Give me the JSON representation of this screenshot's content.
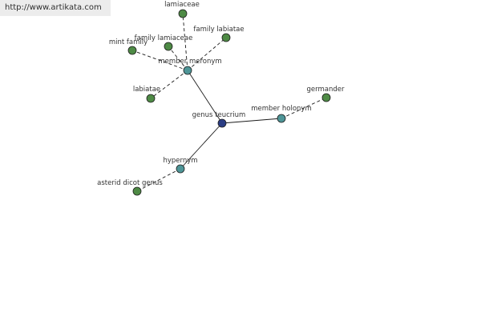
{
  "banner": {
    "url_text": "http://www.artikata.com"
  },
  "colors": {
    "center_node": "#2b3d84",
    "relation_node": "#4e9597",
    "leaf_node": "#4e8a45",
    "node_stroke": "#1e1e1e",
    "edge": "#1a1a1a"
  },
  "graph": {
    "nodes": [
      {
        "id": "genus-teucrium",
        "label": "genus teucrium",
        "kind": "center"
      },
      {
        "id": "member-meronym",
        "label": "member meronym",
        "kind": "relation"
      },
      {
        "id": "member-holonym",
        "label": "member holonym",
        "kind": "relation"
      },
      {
        "id": "hypernym",
        "label": "hypernym",
        "kind": "relation"
      },
      {
        "id": "lamiaceae",
        "label": "lamiaceae",
        "kind": "leaf"
      },
      {
        "id": "family-labiatae",
        "label": "family labiatae",
        "kind": "leaf"
      },
      {
        "id": "family-lamiaceae",
        "label": "family lamiaceae",
        "kind": "leaf"
      },
      {
        "id": "mint-family",
        "label": "mint family",
        "kind": "leaf"
      },
      {
        "id": "labiatae",
        "label": "labiatae",
        "kind": "leaf"
      },
      {
        "id": "germander",
        "label": "germander",
        "kind": "leaf"
      },
      {
        "id": "asterid-dicot-genus",
        "label": "asterid dicot genus",
        "kind": "leaf"
      }
    ],
    "edges": [
      {
        "from": "genus-teucrium",
        "to": "member-meronym",
        "style": "solid"
      },
      {
        "from": "genus-teucrium",
        "to": "member-holonym",
        "style": "solid"
      },
      {
        "from": "genus-teucrium",
        "to": "hypernym",
        "style": "solid"
      },
      {
        "from": "member-meronym",
        "to": "lamiaceae",
        "style": "dashed"
      },
      {
        "from": "member-meronym",
        "to": "family-labiatae",
        "style": "dashed"
      },
      {
        "from": "member-meronym",
        "to": "family-lamiaceae",
        "style": "dashed"
      },
      {
        "from": "member-meronym",
        "to": "mint-family",
        "style": "dashed"
      },
      {
        "from": "member-meronym",
        "to": "labiatae",
        "style": "dashed"
      },
      {
        "from": "member-holonym",
        "to": "germander",
        "style": "dashed"
      },
      {
        "from": "hypernym",
        "to": "asterid-dicot-genus",
        "style": "dashed"
      }
    ]
  }
}
